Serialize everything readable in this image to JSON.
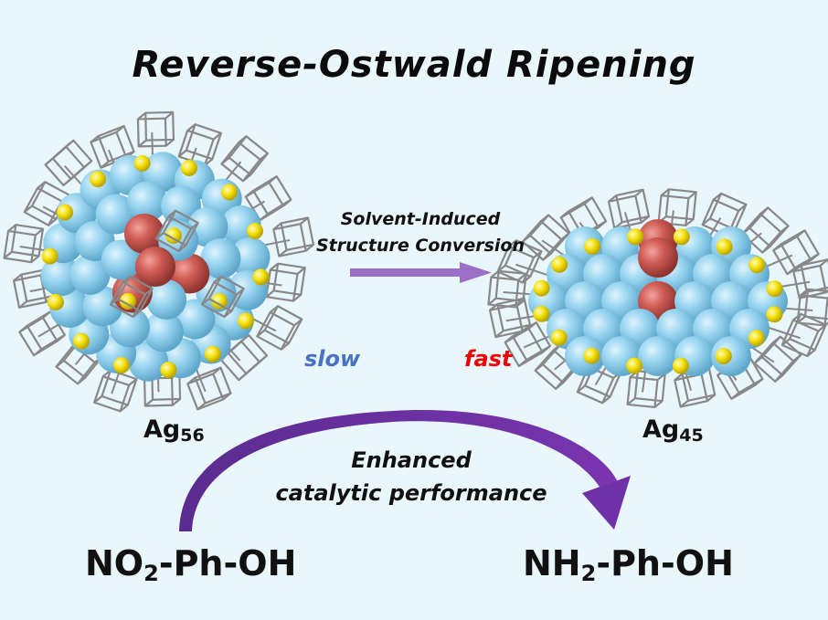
{
  "title": "Reverse-Ostwald Ripening",
  "conversion": {
    "line1": "Solvent-Induced",
    "line2": "Structure Conversion",
    "arrow_color": "#9a6fc5"
  },
  "rates": {
    "slow": "slow",
    "slow_color": "#4a72c4",
    "fast": "fast",
    "fast_color": "#f10000"
  },
  "clusters": {
    "left": {
      "label_main": "Ag",
      "label_sub": "56"
    },
    "right": {
      "label_main": "Ag",
      "label_sub": "45"
    },
    "colors": {
      "silver": "#8fd0ef",
      "core": "#c95a55",
      "sulfur": "#f5e010",
      "ligand": "#8a8a8a"
    }
  },
  "catalysis": {
    "line1": "Enhanced",
    "line2": "catalytic performance",
    "arrow_color": "#6b2f9e",
    "reactant": {
      "main": "NO",
      "sub": "2",
      "rest": "-Ph-OH"
    },
    "product": {
      "main": "NH",
      "sub": "2",
      "rest": "-Ph-OH"
    }
  }
}
